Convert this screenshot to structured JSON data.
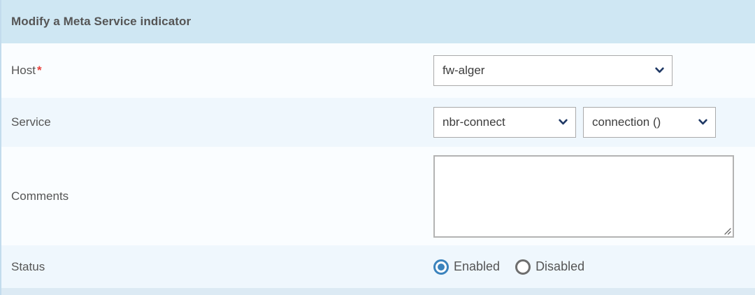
{
  "panel": {
    "header_title": "Modify a Meta Service indicator",
    "colors": {
      "header_bg": "#cfe7f3",
      "row_light": "#fafdff",
      "row_tint": "#eff7fd",
      "label_text": "#555555",
      "required_marker": "#e8413c",
      "chevron": "#1f3864",
      "radio_selected": "#3b83bd",
      "radio_unselected": "#6e6e6e",
      "field_border": "#aaaaaa",
      "textarea_border": "#b3b3b3"
    }
  },
  "rows": {
    "host": {
      "label": "Host",
      "required_marker": "*",
      "select": {
        "value": "fw-alger",
        "icon": "chevron-down-icon"
      }
    },
    "service": {
      "label": "Service",
      "select_primary": {
        "value": "nbr-connect",
        "icon": "chevron-down-icon"
      },
      "select_secondary": {
        "value": "connection ()",
        "icon": "chevron-down-icon"
      }
    },
    "comments": {
      "label": "Comments",
      "textarea": {
        "value": "",
        "placeholder": "",
        "resize_handle": "resize-grip-icon"
      }
    },
    "status": {
      "label": "Status",
      "options": [
        {
          "label": "Enabled",
          "selected": true
        },
        {
          "label": "Disabled",
          "selected": false
        }
      ]
    }
  }
}
